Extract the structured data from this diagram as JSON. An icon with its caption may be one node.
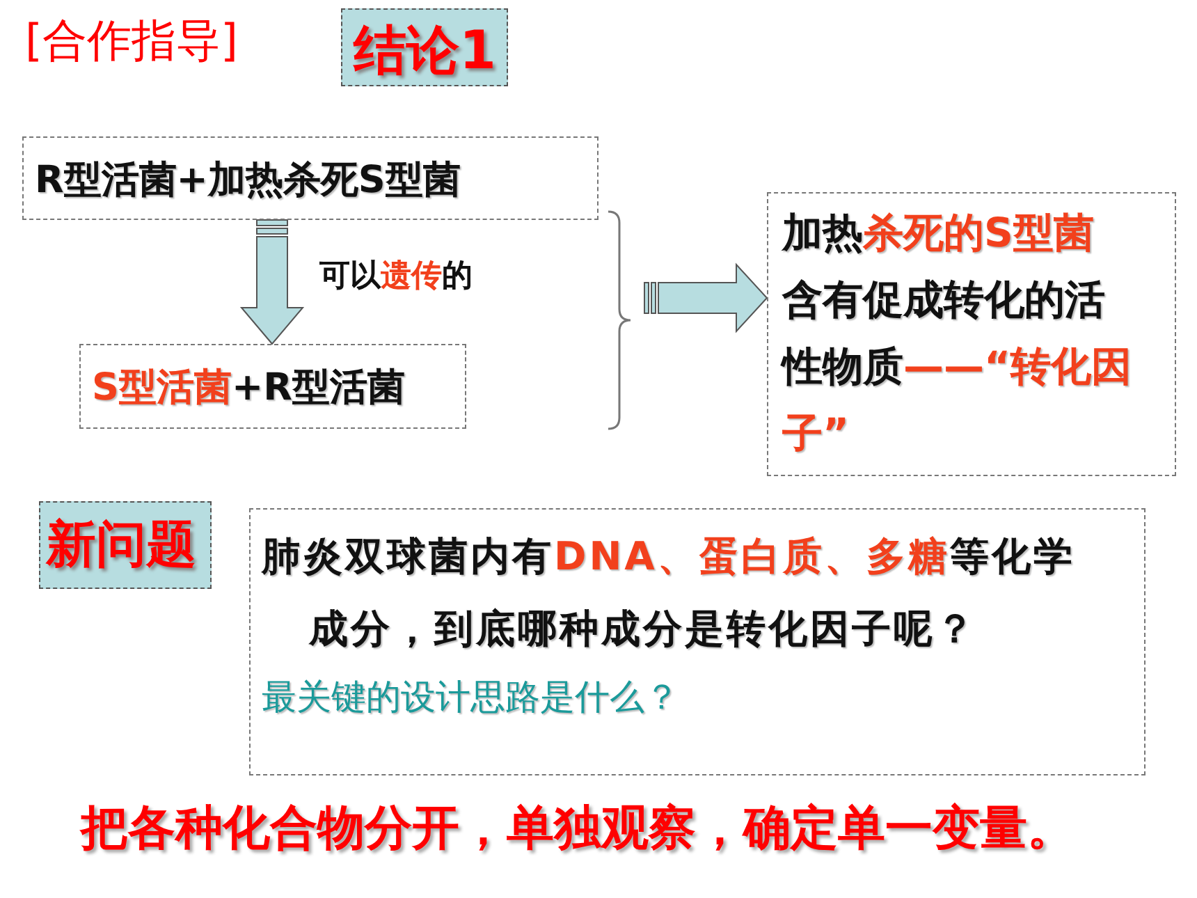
{
  "diagram": {
    "nodes": [
      {
        "text": [
          "结论1"
        ]
      },
      {
        "text": [
          "R型活菌+加热杀死S型菌"
        ]
      },
      {
        "text": [
          "**S型活菌**+R型活菌"
        ]
      },
      {
        "text": [
          "加热**杀死的S型菌**含有促成转化的活性物质**——“转化因子”**"
        ]
      },
      {
        "text": [
          "新问题"
        ]
      },
      {
        "text": [
          "肺炎双球菌内有**DNA、蛋白质、多糖**等化学成分，到底哪种成分是转化因子呢？",
          "最关键的设计思路是什么？"
        ]
      }
    ],
    "edges": [
      {
        "from": 1,
        "to": 2,
        "arrow": "to",
        "label": "可以**遗传**的"
      },
      {
        "from": null,
        "to": 3,
        "arrow": "to"
      }
    ],
    "labels": [
      "[合作指导]",
      "把各种化合物分开，单独观察，确定单一变量。"
    ]
  }
}
